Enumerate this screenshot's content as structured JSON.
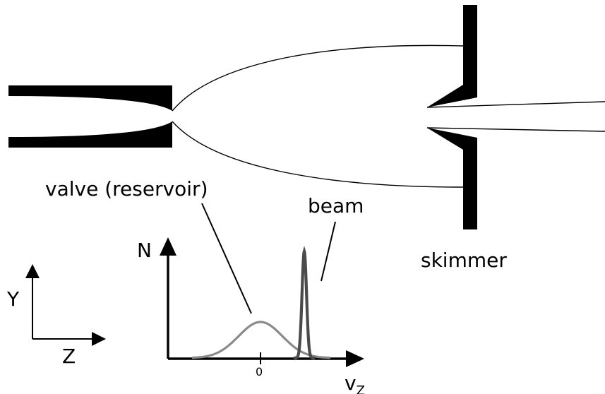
{
  "labels": {
    "valve": "valve (reservoir)",
    "beam": "beam",
    "skimmer": "skimmer",
    "axis_y": "Y",
    "axis_z": "Z",
    "plot_y": "N",
    "plot_x": "v",
    "plot_x_sub": "Z",
    "plot_zero": "0"
  },
  "colors": {
    "ink": "#000000",
    "reservoir_curve": "#8a8a8a",
    "beam_curve": "#4a4a4a"
  },
  "distribution": {
    "reservoir": {
      "center": 0,
      "width": "broad"
    },
    "beam": {
      "center": "positive",
      "width": "narrow"
    }
  }
}
